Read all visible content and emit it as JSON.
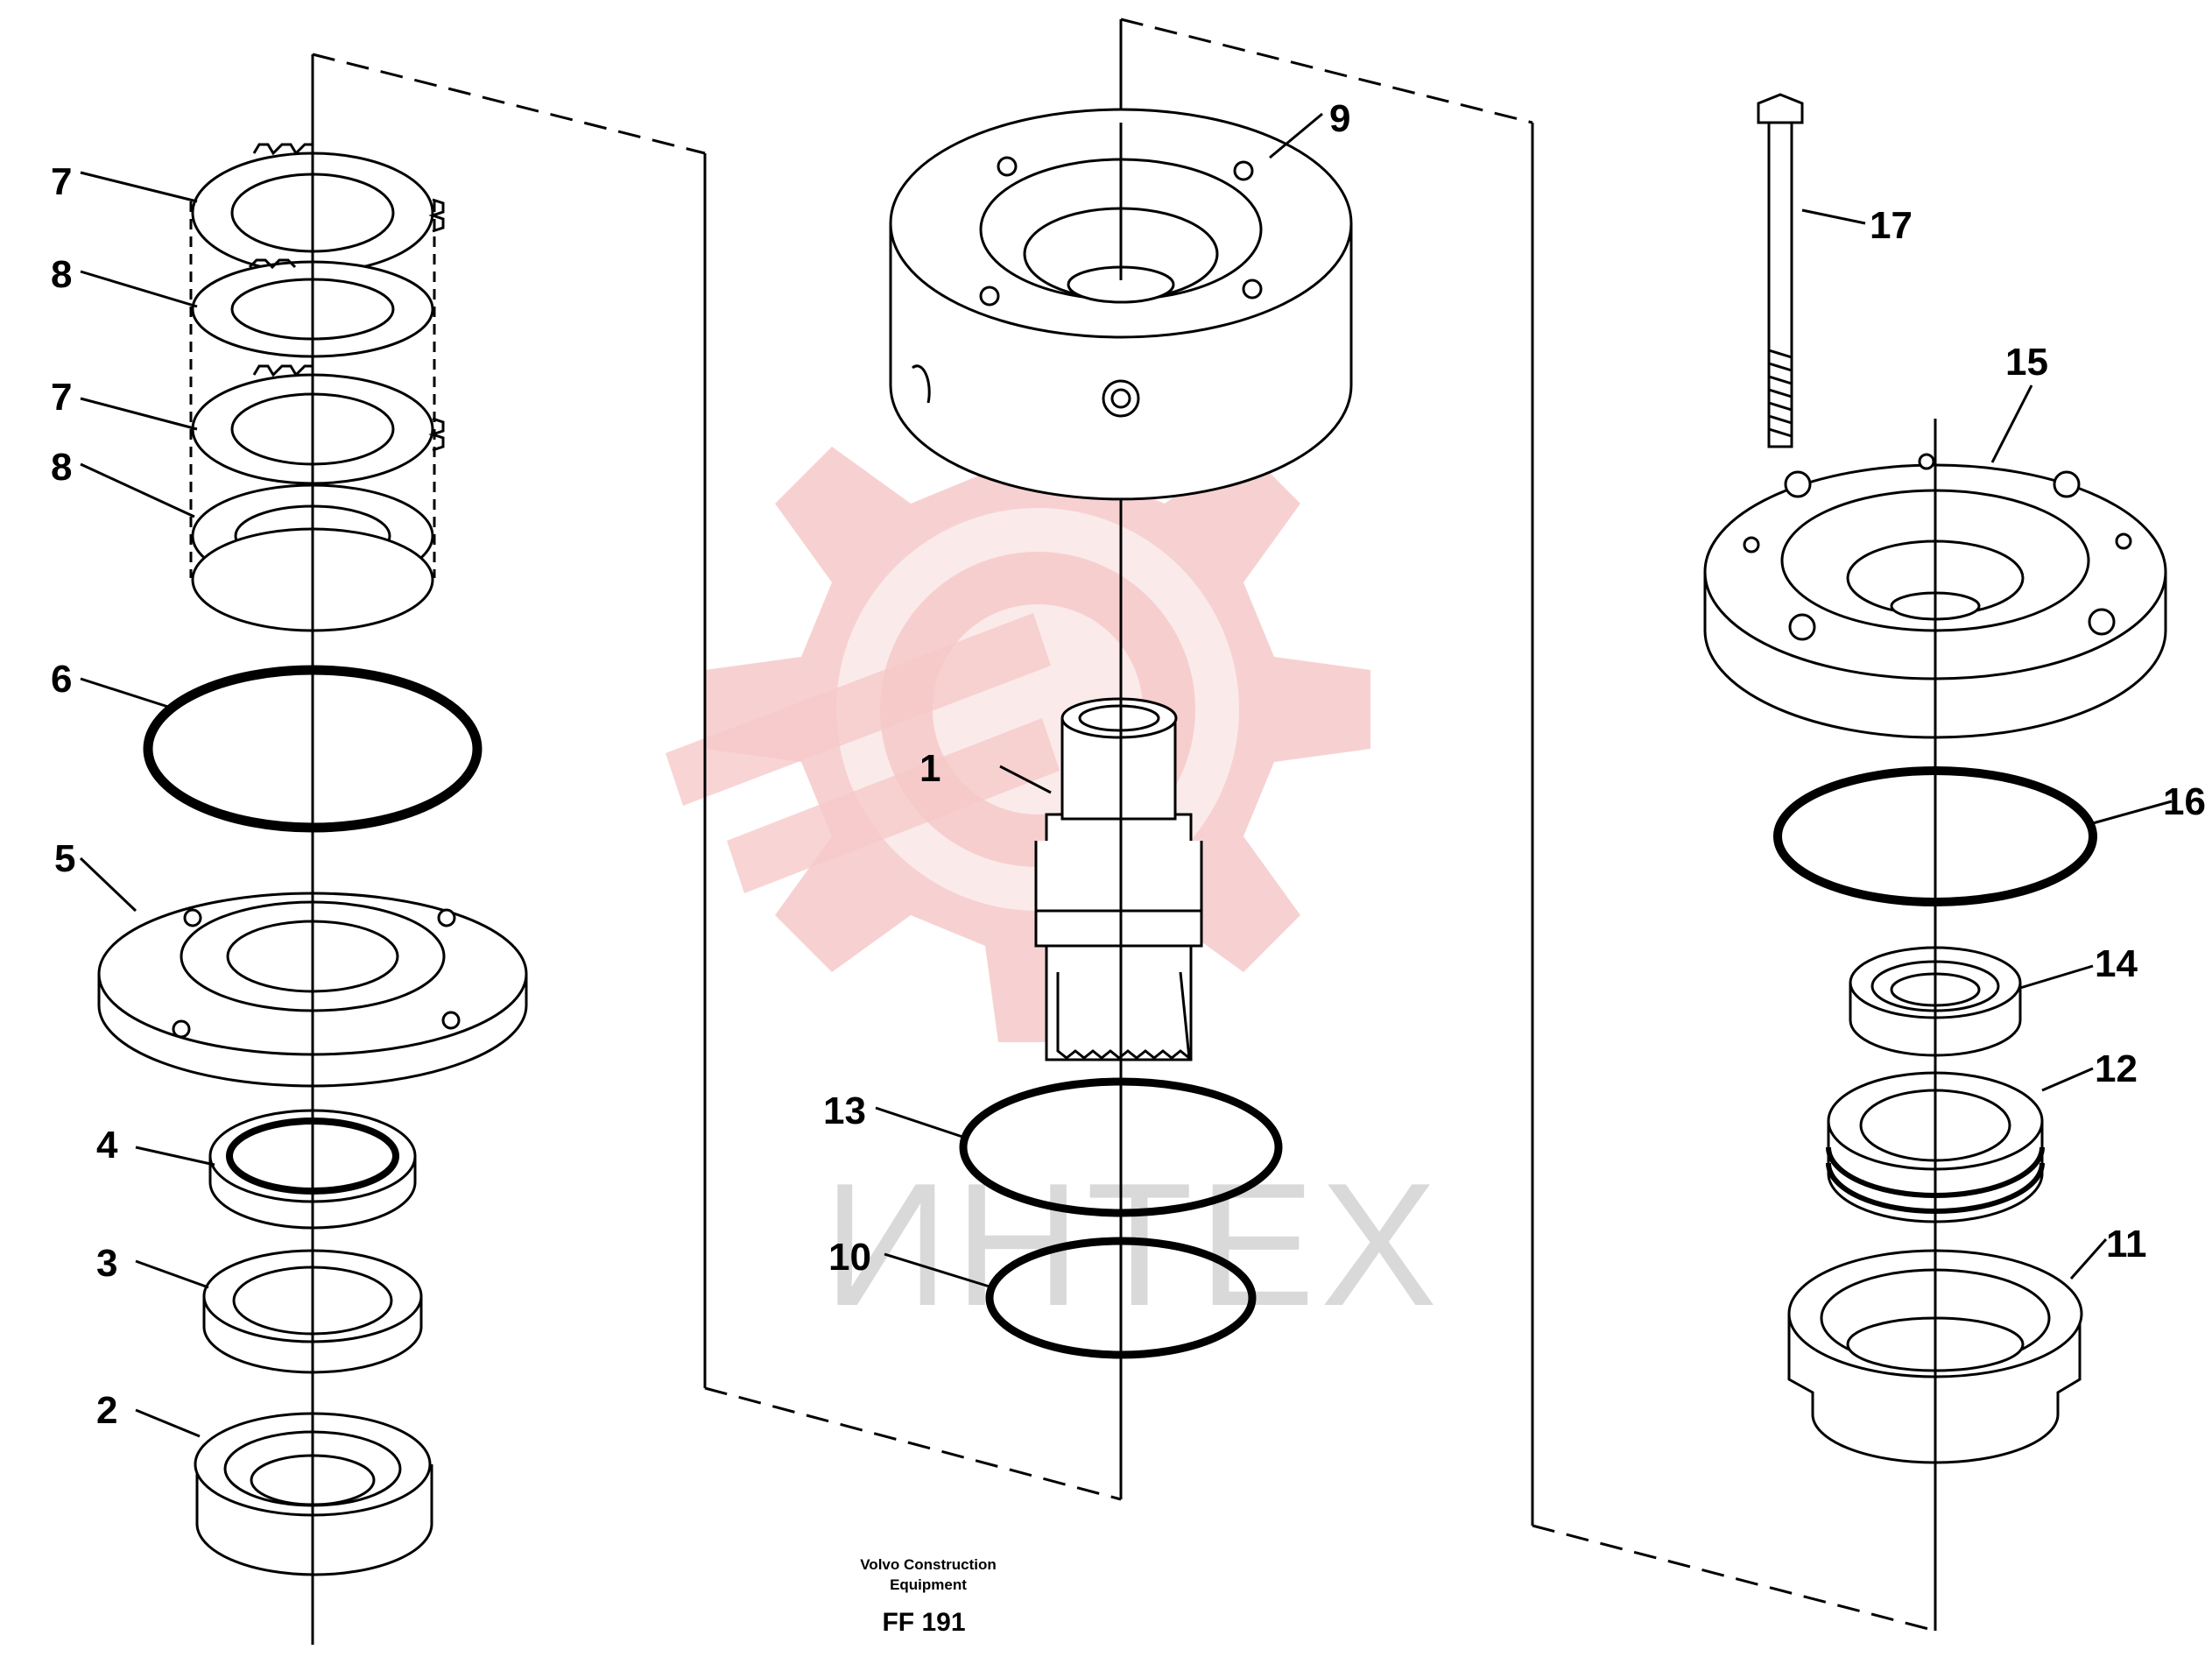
{
  "diagram": {
    "callouts": [
      "1",
      "2",
      "3",
      "4",
      "5",
      "6",
      "7",
      "7",
      "8",
      "8",
      "9",
      "10",
      "11",
      "12",
      "13",
      "14",
      "15",
      "16",
      "17"
    ],
    "footer": {
      "company_line1": "Volvo Construction",
      "company_line2": "Equipment",
      "code": "FF 191"
    },
    "watermark": {
      "text": "ИНТЕХ",
      "gear_color": "#f6c9c9",
      "text_color": "#d9d9d9"
    },
    "line_color": "#000000"
  }
}
